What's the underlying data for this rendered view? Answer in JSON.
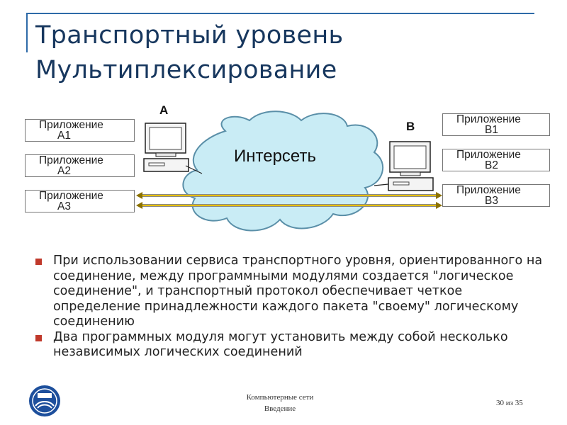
{
  "slide": {
    "title_line1": "Транспортный уровень",
    "title_line2": "Мультиплексирование"
  },
  "diagram": {
    "node_a_label": "A",
    "node_b_label": "B",
    "cloud_label": "Интерсеть",
    "apps_a": [
      {
        "line1": "Приложение",
        "line2": "A1"
      },
      {
        "line1": "Приложение",
        "line2": "A2"
      },
      {
        "line1": "Приложение",
        "line2": "A3"
      }
    ],
    "apps_b": [
      {
        "line1": "Приложение",
        "line2": "B1"
      },
      {
        "line1": "Приложение",
        "line2": "B2"
      },
      {
        "line1": "Приложение",
        "line2": "B3"
      }
    ],
    "colors": {
      "cloud_fill": "#c9ecf5",
      "cloud_stroke": "#5a8fa8",
      "connection": "#c8a000",
      "accent": "#c0392b",
      "title": "#17375e"
    }
  },
  "bullets": [
    "При использовании сервиса транспортного уровня, ориентированного на соединение, между программными модулями создается \"логическое соединение\", и транспортный протокол обеспечивает четкое определение принадлежности каждого пакета \"своему\" логическому соединению",
    "Два программных модуля могут установить между собой несколько независимых логических соединений"
  ],
  "footer": {
    "course": "Компьютерные сети",
    "section": "Введение",
    "page": "30 из 35"
  }
}
